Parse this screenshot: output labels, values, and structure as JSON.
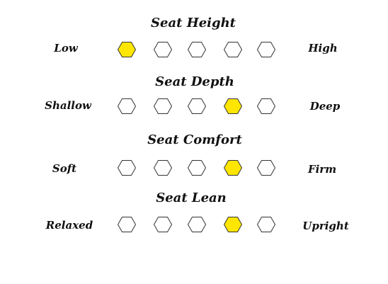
{
  "colors": {
    "selected": "#FFE600",
    "empty": "#FFFFFF",
    "stroke": "#333333"
  },
  "scales": [
    {
      "title": "Seat Height",
      "left": "Low",
      "right": "High",
      "options": 5,
      "selected": 1
    },
    {
      "title": "Seat Depth",
      "left": "Shallow",
      "right": "Deep",
      "options": 5,
      "selected": 4
    },
    {
      "title": "Seat Comfort",
      "left": "Soft",
      "right": "Firm",
      "options": 5,
      "selected": 4
    },
    {
      "title": "Seat Lean",
      "left": "Relaxed",
      "right": "Upright",
      "options": 5,
      "selected": 4
    }
  ]
}
